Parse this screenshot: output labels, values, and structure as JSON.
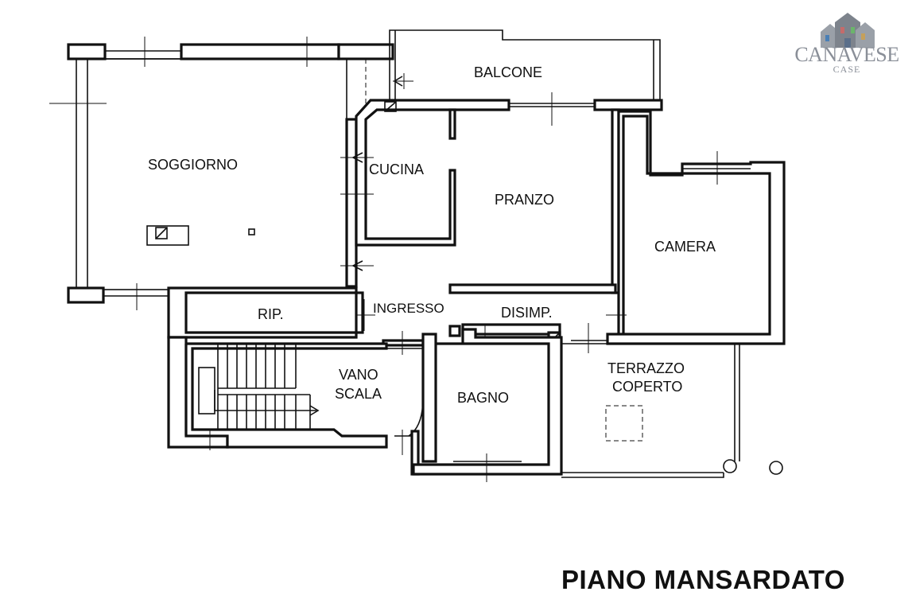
{
  "title": "PIANO MANSARDATO",
  "logo": {
    "name": "CANAVESE",
    "sub": "CASE"
  },
  "rooms": {
    "soggiorno": "SOGGIORNO",
    "cucina": "CUCINA",
    "pranzo": "PRANZO",
    "balcone": "BALCONE",
    "camera": "CAMERA",
    "rip": "RIP.",
    "ingresso": "INGRESSO",
    "disimp": "DISIMP.",
    "vano_line1": "VANO",
    "vano_line2": "SCALA",
    "bagno": "BAGNO",
    "terrazzo_line1": "TERRAZZO",
    "terrazzo_line2": "COPERTO"
  },
  "colors": {
    "wall": "#111111",
    "logo": "#8a8f98"
  }
}
